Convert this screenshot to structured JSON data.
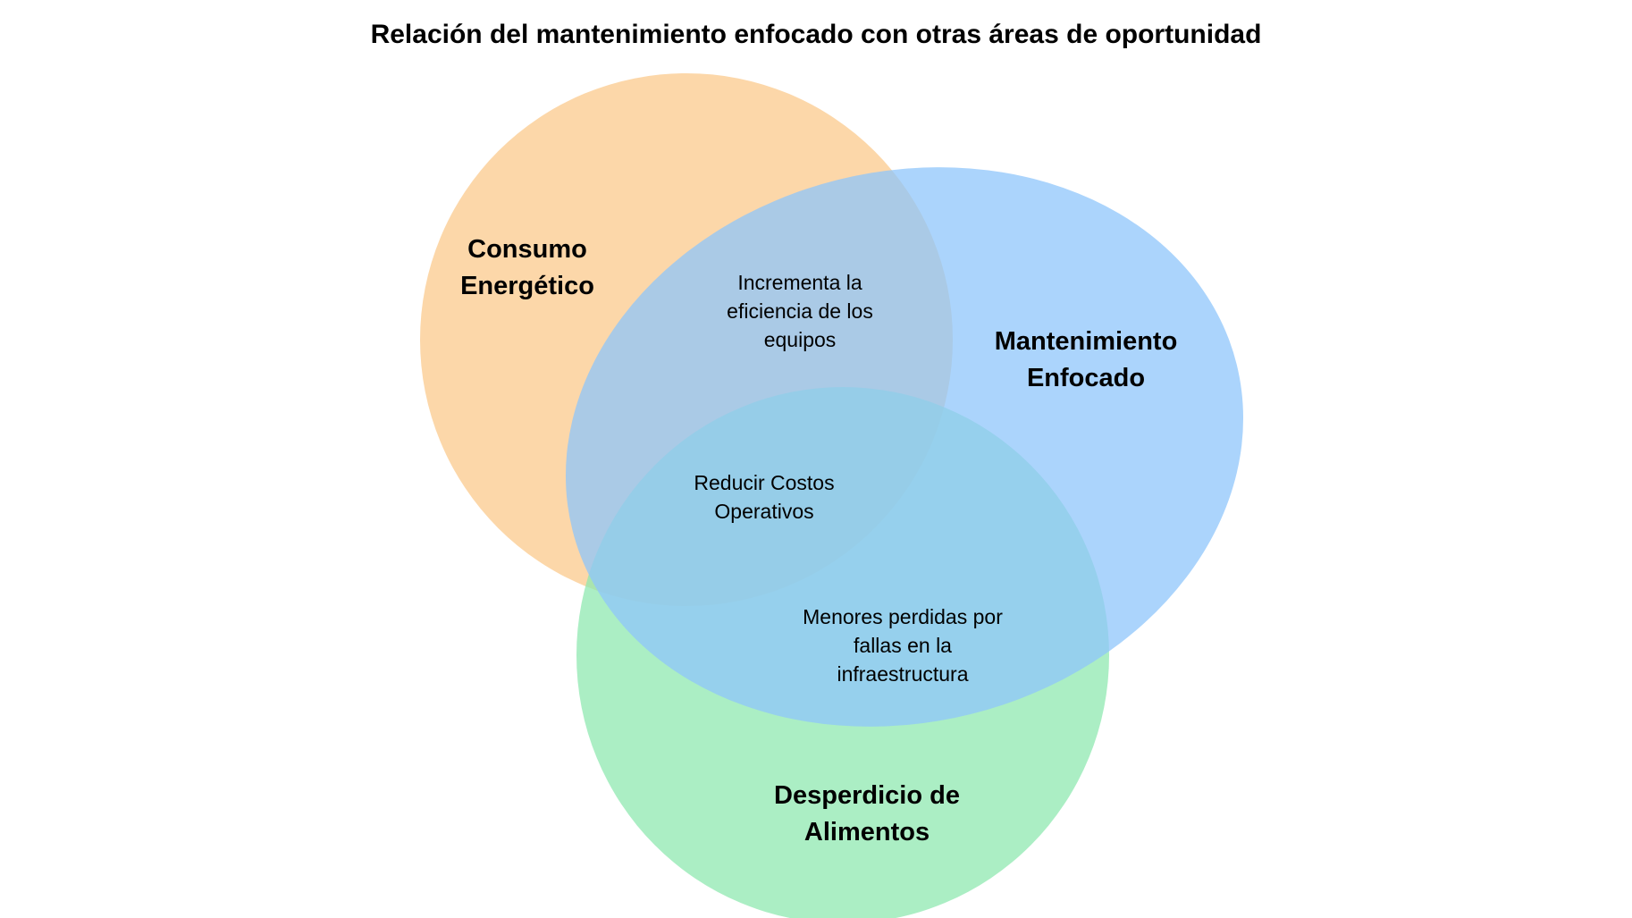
{
  "title": "Relación del mantenimiento enfocado con otras áreas de oportunidad",
  "sets": [
    {
      "id": "consumo",
      "lines": [
        "Consumo",
        "Energético"
      ],
      "color": "#fbc98c"
    },
    {
      "id": "mantenimiento",
      "lines": [
        "Mantenimiento",
        "Enfocado"
      ],
      "color": "#8fc5fb"
    },
    {
      "id": "desperdicio",
      "lines": [
        "Desperdicio de",
        "Alimentos"
      ],
      "color": "#8fe8b0"
    }
  ],
  "intersections": [
    {
      "id": "consumo-mantenimiento",
      "lines": [
        "Incrementa la",
        "eficiencia de los",
        "equipos"
      ]
    },
    {
      "id": "all-three",
      "lines": [
        "Reducir Costos",
        "Operativos"
      ]
    },
    {
      "id": "mantenimiento-desperdicio",
      "lines": [
        "Menores perdidas por",
        "fallas en la",
        "infraestructura"
      ]
    }
  ]
}
